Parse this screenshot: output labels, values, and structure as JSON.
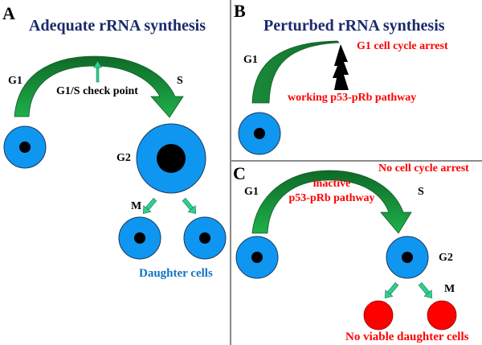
{
  "colors": {
    "cell_fill": "#0f96f0",
    "cell_stroke": "#1a3a5a",
    "nucleus": "#000000",
    "dead_cell": "#ff0000",
    "arc_green": "#1a9a3a",
    "arc_green_dark": "#0f6a28",
    "small_arrow": "#2ecf8f",
    "title": "#1a2a6c",
    "red_text": "#ff0000",
    "blue_text": "#1273c4",
    "divider": "#8a8a8a"
  },
  "panels": {
    "A": {
      "letter": "A",
      "title": "Adequate rRNA synthesis",
      "labels": {
        "g1": "G1",
        "s": "S",
        "checkpoint": "G1/S check point",
        "g2": "G2",
        "m": "M",
        "daughter": "Daughter cells"
      }
    },
    "B": {
      "letter": "B",
      "title": "Perturbed rRNA synthesis",
      "labels": {
        "g1": "G1",
        "arrest": "G1 cell cycle arrest",
        "pathway": "working p53-pRb pathway"
      }
    },
    "C": {
      "letter": "C",
      "labels": {
        "no_arrest": "No cell cycle arrest",
        "g1": "G1",
        "s": "S",
        "inactive_line1": "inactive",
        "inactive_line2": "p53-pRb pathway",
        "g2": "G2",
        "m": "M",
        "no_viable": "No viable daughter cells"
      }
    }
  }
}
